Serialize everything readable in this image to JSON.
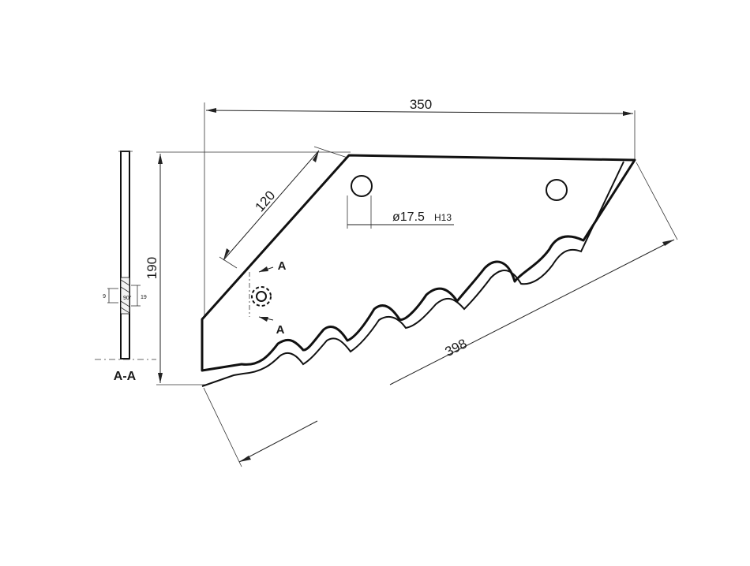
{
  "dimensions": {
    "width": "350",
    "height": "190",
    "edge": "120",
    "diagonal": "398",
    "hole_diameter": "ø17.5",
    "hole_tolerance": "H13"
  },
  "section": {
    "label": "A-A",
    "mark_top": "A",
    "mark_bottom": "A",
    "detail_9": "9",
    "detail_19": "19",
    "detail_angle": "90°"
  },
  "colors": {
    "line": "#111111",
    "background": "#ffffff"
  }
}
